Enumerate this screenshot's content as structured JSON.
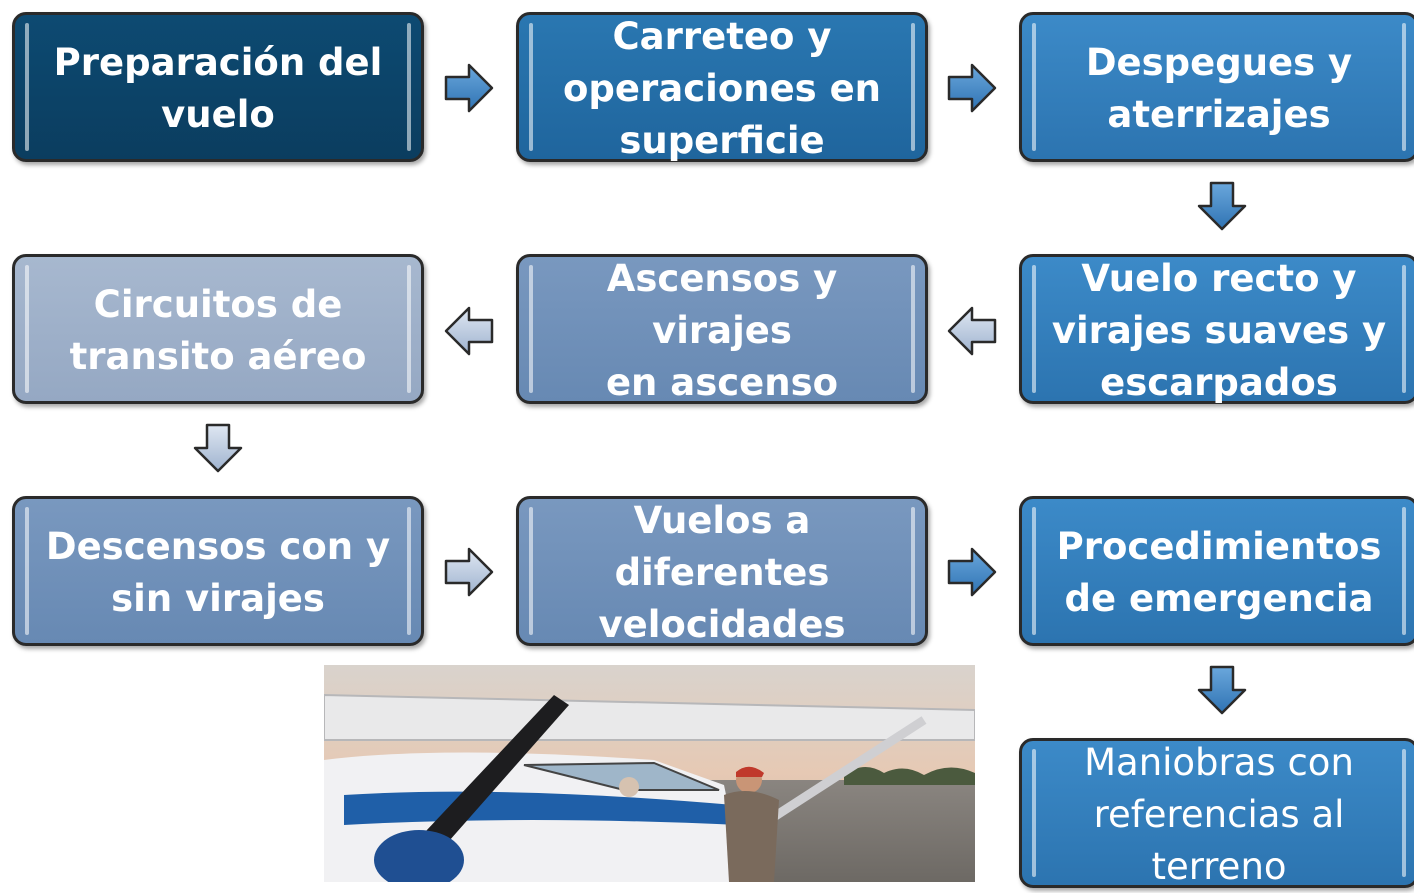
{
  "steps": [
    {
      "label": "Preparación del\nvuelo"
    },
    {
      "label": "Carreteo y\noperaciones en\nsuperficie"
    },
    {
      "label": "Despegues y\naterrizajes"
    },
    {
      "label": "Vuelo recto y\nvirajes suaves y\nescarpados"
    },
    {
      "label": "Ascensos y virajes\nen ascenso"
    },
    {
      "label": "Circuitos de\ntransito aéreo"
    },
    {
      "label": "Descensos con y\nsin virajes"
    },
    {
      "label": "Vuelos a\ndiferentes\nvelocidades"
    },
    {
      "label": "Procedimientos\nde emergencia"
    },
    {
      "label": "Maniobras con\nreferencias  al\nterreno"
    }
  ],
  "colors": {
    "dark": "#0b3d5f",
    "blue": "#2c74b0",
    "steel": "#6789b3",
    "pale": "#95a8c3",
    "arrow_blue": "#3f87c4",
    "arrow_pale": "#9fb3cf"
  },
  "photo": {
    "subject": "small airplane with propeller and people on ramp"
  }
}
